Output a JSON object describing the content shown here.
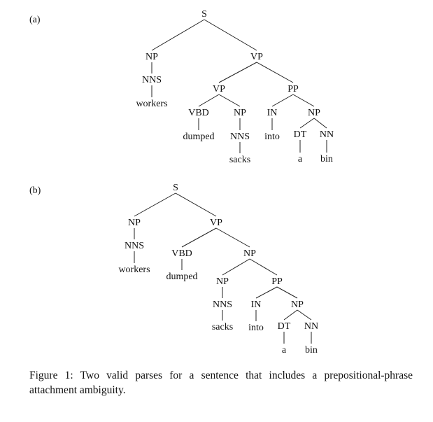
{
  "panels": [
    {
      "label": "(a)",
      "nodes": [
        {
          "id": "S",
          "text": "S"
        },
        {
          "id": "NP1",
          "text": "NP"
        },
        {
          "id": "NNS1",
          "text": "NNS"
        },
        {
          "id": "w1",
          "text": "workers"
        },
        {
          "id": "VP1",
          "text": "VP"
        },
        {
          "id": "VP2",
          "text": "VP"
        },
        {
          "id": "VBD",
          "text": "VBD"
        },
        {
          "id": "w2",
          "text": "dumped"
        },
        {
          "id": "NP2",
          "text": "NP"
        },
        {
          "id": "NNS2",
          "text": "NNS"
        },
        {
          "id": "w3",
          "text": "sacks"
        },
        {
          "id": "PP",
          "text": "PP"
        },
        {
          "id": "IN",
          "text": "IN"
        },
        {
          "id": "w4",
          "text": "into"
        },
        {
          "id": "NP3",
          "text": "NP"
        },
        {
          "id": "DT",
          "text": "DT"
        },
        {
          "id": "w5",
          "text": "a"
        },
        {
          "id": "NN",
          "text": "NN"
        },
        {
          "id": "w6",
          "text": "bin"
        }
      ],
      "edges": [
        [
          "S",
          "NP1"
        ],
        [
          "S",
          "VP1"
        ],
        [
          "NP1",
          "NNS1"
        ],
        [
          "NNS1",
          "w1"
        ],
        [
          "VP1",
          "VP2"
        ],
        [
          "VP1",
          "PP"
        ],
        [
          "VP2",
          "VBD"
        ],
        [
          "VP2",
          "NP2"
        ],
        [
          "VBD",
          "w2"
        ],
        [
          "NP2",
          "NNS2"
        ],
        [
          "NNS2",
          "w3"
        ],
        [
          "PP",
          "IN"
        ],
        [
          "PP",
          "NP3"
        ],
        [
          "IN",
          "w4"
        ],
        [
          "NP3",
          "DT"
        ],
        [
          "NP3",
          "NN"
        ],
        [
          "DT",
          "w5"
        ],
        [
          "NN",
          "w6"
        ]
      ]
    },
    {
      "label": "(b)",
      "nodes": [
        {
          "id": "S",
          "text": "S"
        },
        {
          "id": "NP1",
          "text": "NP"
        },
        {
          "id": "NNS1",
          "text": "NNS"
        },
        {
          "id": "w1",
          "text": "workers"
        },
        {
          "id": "VP1",
          "text": "VP"
        },
        {
          "id": "VBD",
          "text": "VBD"
        },
        {
          "id": "w2",
          "text": "dumped"
        },
        {
          "id": "NP2",
          "text": "NP"
        },
        {
          "id": "NP3",
          "text": "NP"
        },
        {
          "id": "NNS2",
          "text": "NNS"
        },
        {
          "id": "w3",
          "text": "sacks"
        },
        {
          "id": "PP",
          "text": "PP"
        },
        {
          "id": "IN",
          "text": "IN"
        },
        {
          "id": "w4",
          "text": "into"
        },
        {
          "id": "NP4",
          "text": "NP"
        },
        {
          "id": "DT",
          "text": "DT"
        },
        {
          "id": "w5",
          "text": "a"
        },
        {
          "id": "NN",
          "text": "NN"
        },
        {
          "id": "w6",
          "text": "bin"
        }
      ],
      "edges": [
        [
          "S",
          "NP1"
        ],
        [
          "S",
          "VP1"
        ],
        [
          "NP1",
          "NNS1"
        ],
        [
          "NNS1",
          "w1"
        ],
        [
          "VP1",
          "VBD"
        ],
        [
          "VP1",
          "NP2"
        ],
        [
          "VBD",
          "w2"
        ],
        [
          "NP2",
          "NP3"
        ],
        [
          "NP2",
          "PP"
        ],
        [
          "NP3",
          "NNS2"
        ],
        [
          "NNS2",
          "w3"
        ],
        [
          "PP",
          "IN"
        ],
        [
          "PP",
          "NP4"
        ],
        [
          "IN",
          "w4"
        ],
        [
          "NP4",
          "DT"
        ],
        [
          "NP4",
          "NN"
        ],
        [
          "DT",
          "w5"
        ],
        [
          "NN",
          "w6"
        ]
      ]
    }
  ],
  "caption": "Figure 1: Two valid parses for a sentence that includes a prepositional-phrase attachment ambiguity."
}
